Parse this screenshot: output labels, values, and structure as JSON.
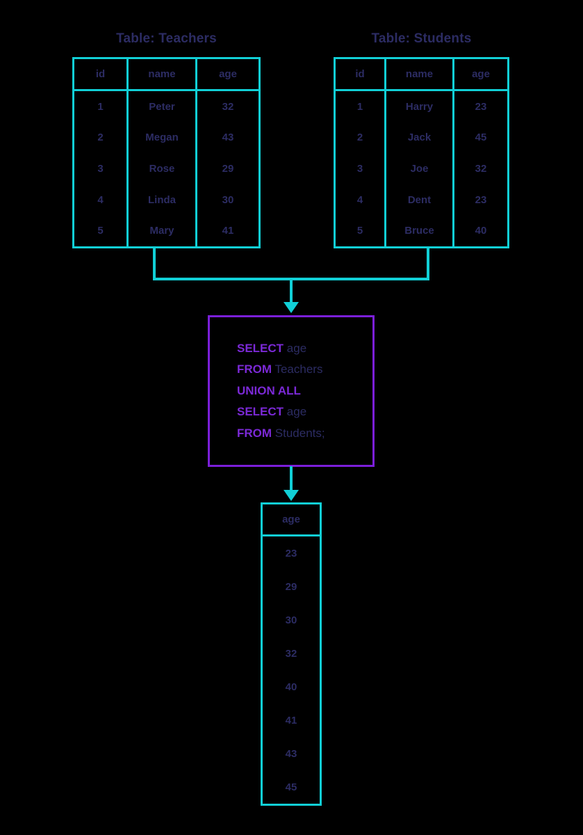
{
  "diagram": {
    "title_prefix": "Table: ",
    "accent_cyan": "#11cfd6",
    "accent_purple": "#7b1fd9",
    "text_navy": "#2c2c63"
  },
  "tables": {
    "teachers": {
      "title": "Table: Teachers",
      "columns": [
        "id",
        "name",
        "age"
      ],
      "rows": [
        [
          "1",
          "Peter",
          "32"
        ],
        [
          "2",
          "Megan",
          "43"
        ],
        [
          "3",
          "Rose",
          "29"
        ],
        [
          "4",
          "Linda",
          "30"
        ],
        [
          "5",
          "Mary",
          "41"
        ]
      ]
    },
    "students": {
      "title": "Table: Students",
      "columns": [
        "id",
        "name",
        "age"
      ],
      "rows": [
        [
          "1",
          "Harry",
          "23"
        ],
        [
          "2",
          "Jack",
          "45"
        ],
        [
          "3",
          "Joe",
          "32"
        ],
        [
          "4",
          "Dent",
          "23"
        ],
        [
          "5",
          "Bruce",
          "40"
        ]
      ]
    }
  },
  "query": {
    "lines": [
      {
        "keyword": "SELECT",
        "rest": " age"
      },
      {
        "keyword": "FROM",
        "rest": " Teachers"
      },
      {
        "keyword": "UNION ALL",
        "rest": ""
      },
      {
        "keyword": "SELECT",
        "rest": " age"
      },
      {
        "keyword": "FROM",
        "rest": " Students;"
      }
    ]
  },
  "result": {
    "column": "age",
    "values": [
      "23",
      "29",
      "30",
      "32",
      "40",
      "41",
      "43",
      "45"
    ]
  },
  "chart_data": {
    "type": "table",
    "title": "SQL UNION ALL diagram",
    "inputs": [
      {
        "name": "Teachers",
        "columns": [
          "id",
          "name",
          "age"
        ],
        "rows": [
          [
            "1",
            "Peter",
            "32"
          ],
          [
            "2",
            "Megan",
            "43"
          ],
          [
            "3",
            "Rose",
            "29"
          ],
          [
            "4",
            "Linda",
            "30"
          ],
          [
            "5",
            "Mary",
            "41"
          ]
        ]
      },
      {
        "name": "Students",
        "columns": [
          "id",
          "name",
          "age"
        ],
        "rows": [
          [
            "1",
            "Harry",
            "23"
          ],
          [
            "2",
            "Jack",
            "45"
          ],
          [
            "3",
            "Joe",
            "32"
          ],
          [
            "4",
            "Dent",
            "23"
          ],
          [
            "5",
            "Bruce",
            "40"
          ]
        ]
      }
    ],
    "operation": "SELECT age FROM Teachers UNION ALL SELECT age FROM Students;",
    "output": {
      "columns": [
        "age"
      ],
      "values": [
        23,
        29,
        30,
        32,
        40,
        41,
        43,
        45
      ]
    }
  }
}
